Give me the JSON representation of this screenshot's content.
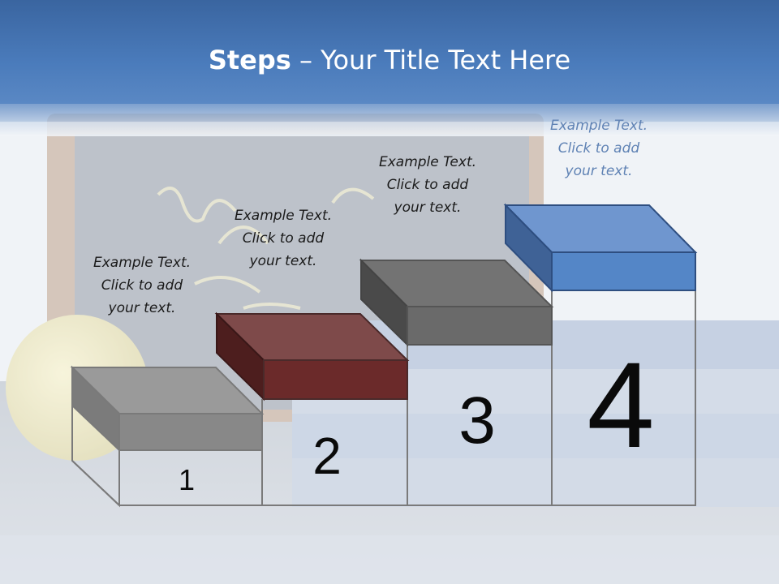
{
  "title": {
    "bold": "Steps",
    "rest": " – Your Title Text Here"
  },
  "steps": [
    {
      "number": "1",
      "caption": "Example Text.\nClick  to add\nyour text.",
      "color": "#8c8c8c"
    },
    {
      "number": "2",
      "caption": "Example Text.\nClick  to add\nyour text.",
      "color": "#6b2a2a"
    },
    {
      "number": "3",
      "caption": "Example Text.\nClick  to add\nyour text.",
      "color": "#6a6a6a"
    },
    {
      "number": "4",
      "caption": "Example Text.\nClick  to add\nyour text.",
      "color": "#4f7fc0"
    }
  ],
  "colors": {
    "header_band": "#3f6ea8",
    "outline": "#7a7a7a"
  }
}
